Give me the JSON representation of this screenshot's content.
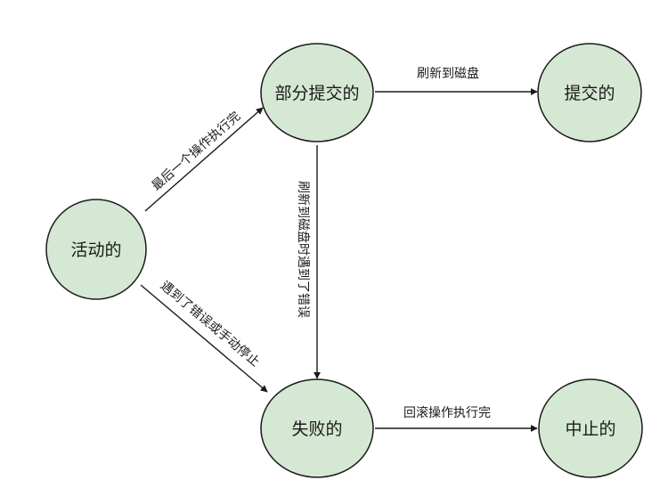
{
  "colors": {
    "node_fill": "#d5e8d4",
    "node_stroke": "#1a1a1a",
    "edge": "#1a1a1a",
    "background": "#ffffff"
  },
  "nodes": {
    "active": "活动的",
    "partially_committed": "部分提交的",
    "committed": "提交的",
    "failed": "失败的",
    "aborted": "中止的"
  },
  "edges": {
    "active_to_partial": "最后一个操作执行完",
    "partial_to_committed": "刷新到磁盘",
    "partial_to_failed": "刷新到磁盘时遇到了错误",
    "active_to_failed": "遇到了错误或手动停止",
    "failed_to_aborted": "回滚操作执行完"
  }
}
